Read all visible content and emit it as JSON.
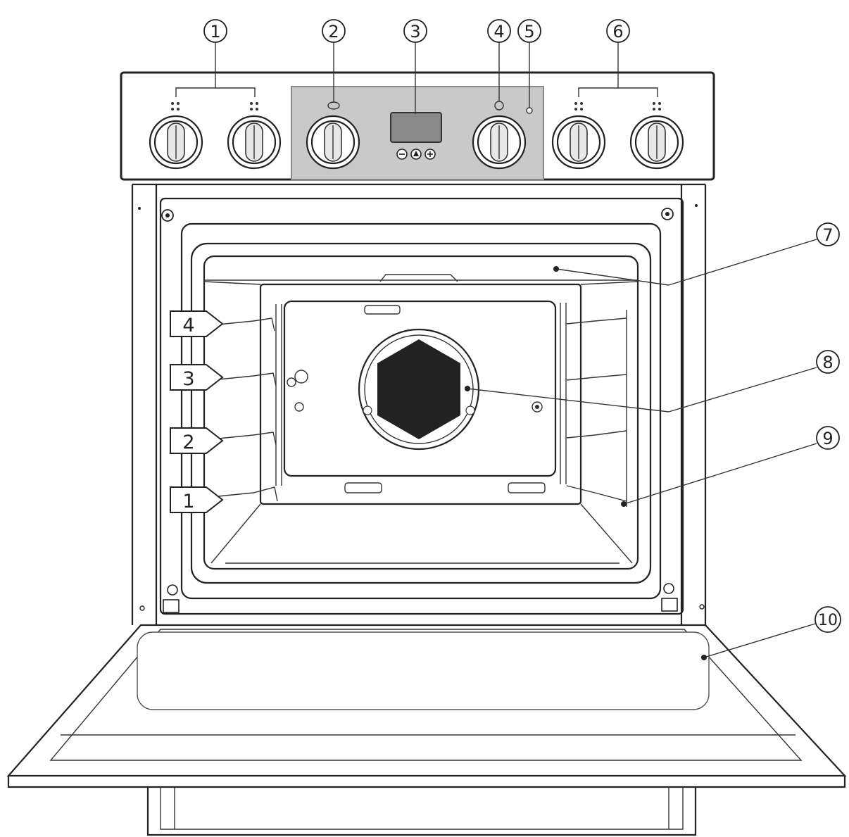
{
  "callouts": [
    {
      "label": "1"
    },
    {
      "label": "2"
    },
    {
      "label": "3"
    },
    {
      "label": "4"
    },
    {
      "label": "5"
    },
    {
      "label": "6"
    },
    {
      "label": "7"
    },
    {
      "label": "8"
    },
    {
      "label": "9"
    },
    {
      "label": "10"
    }
  ],
  "shelf_levels": [
    {
      "label": "4"
    },
    {
      "label": "3"
    },
    {
      "label": "2"
    },
    {
      "label": "1"
    }
  ],
  "colors": {
    "line": "#222222",
    "display_panel": "#c9c9c9",
    "screen": "#8a8a8a"
  }
}
